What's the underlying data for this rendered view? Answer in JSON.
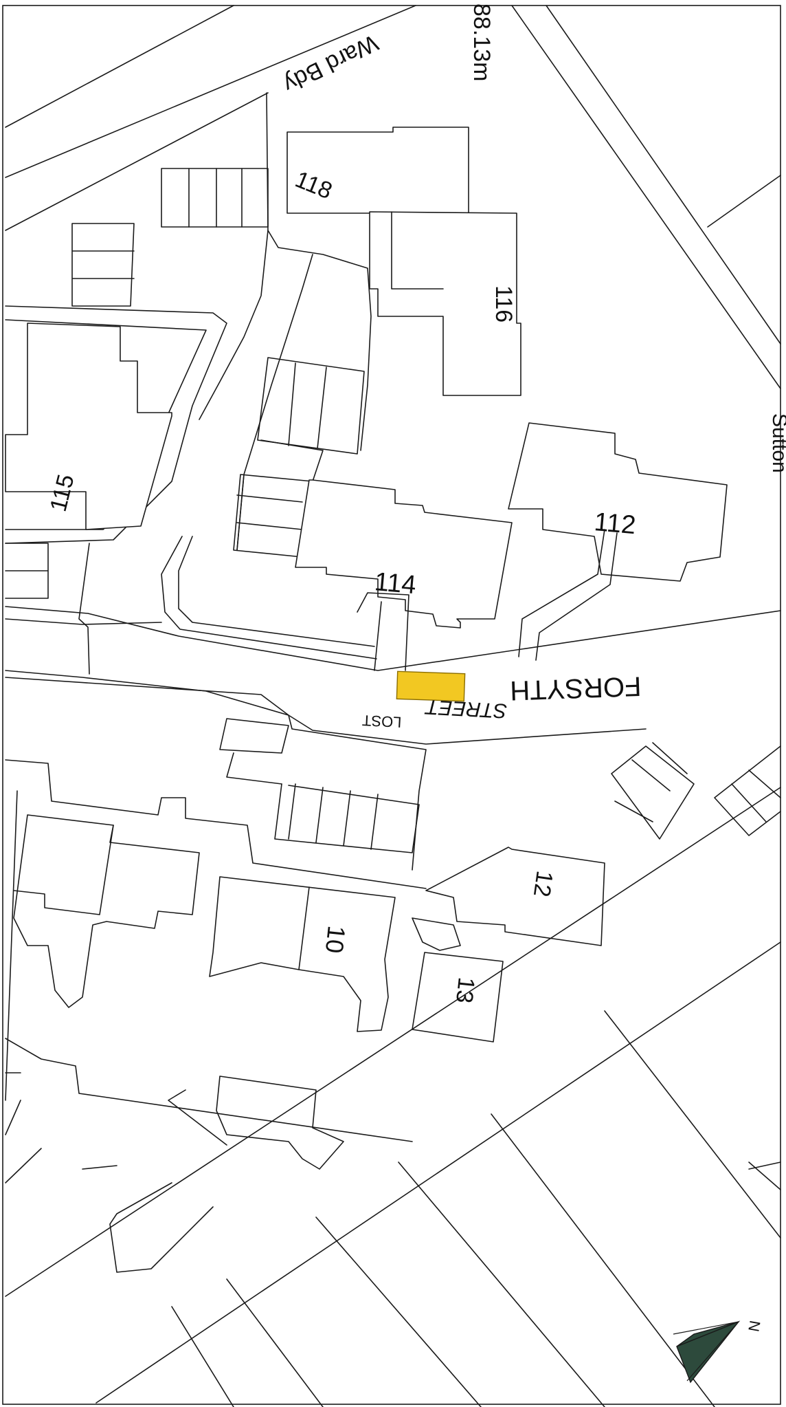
{
  "map": {
    "labels": {
      "ward_boundary": "Ward Bdy",
      "spot_height": "88.13m",
      "street_word_1": "FORSYTH",
      "street_word_2": "STREET",
      "street_word_3_partial": "Sutton",
      "lamp_label": "LOST"
    },
    "house_numbers": [
      "118",
      "116",
      "115",
      "114",
      "112",
      "12",
      "10",
      "13"
    ],
    "north_arrow_label": "N",
    "highlight_color": "#f2c822",
    "north_arrow_color": "#2d4a3c"
  }
}
